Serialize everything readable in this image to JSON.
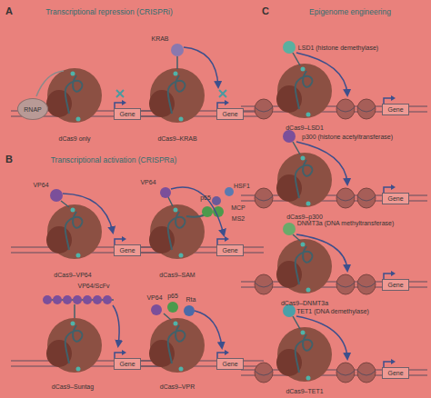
{
  "diagram": {
    "nodes": [
      {
        "text": [
          "RNAP"
        ]
      },
      {
        "text": [
          "Gene"
        ]
      },
      {
        "text": [
          "Gene"
        ]
      },
      {
        "text": [
          "Gene"
        ]
      },
      {
        "text": [
          "Gene"
        ]
      },
      {
        "text": [
          "Gene"
        ]
      },
      {
        "text": [
          "Gene"
        ]
      },
      {
        "text": [
          "Gene"
        ]
      },
      {
        "text": [
          "Gene"
        ]
      },
      {
        "text": [
          "Gene"
        ]
      },
      {
        "text": [
          "Gene"
        ]
      }
    ],
    "labels": [
      "A",
      "Transcriptional repression (CRISPRi)",
      "dCas9 only",
      "KRAB",
      "dCas9–KRAB",
      "B",
      "Transcriptional activation (CRISPRa)",
      "VP64",
      "dCas9–VP64",
      "VP64",
      "HSF1",
      "p65",
      "MCP",
      "MS2",
      "dCas9–SAM",
      "VP64/ScFv",
      "dCas9–Suntag",
      "VP64",
      "p65",
      "Rta",
      "dCas9–VPR",
      "C",
      "Epigenome engineering",
      "LSD1 (histone demethylase)",
      "dCas9–LSD1",
      "p300 (histone acetyltransferase)",
      "dCas9–p300",
      "DNMT3a (DNA methyltransferase)",
      "dCas9–DNMT3a",
      "TET1 (DNA demethylase)",
      "dCas9–TET1"
    ]
  }
}
